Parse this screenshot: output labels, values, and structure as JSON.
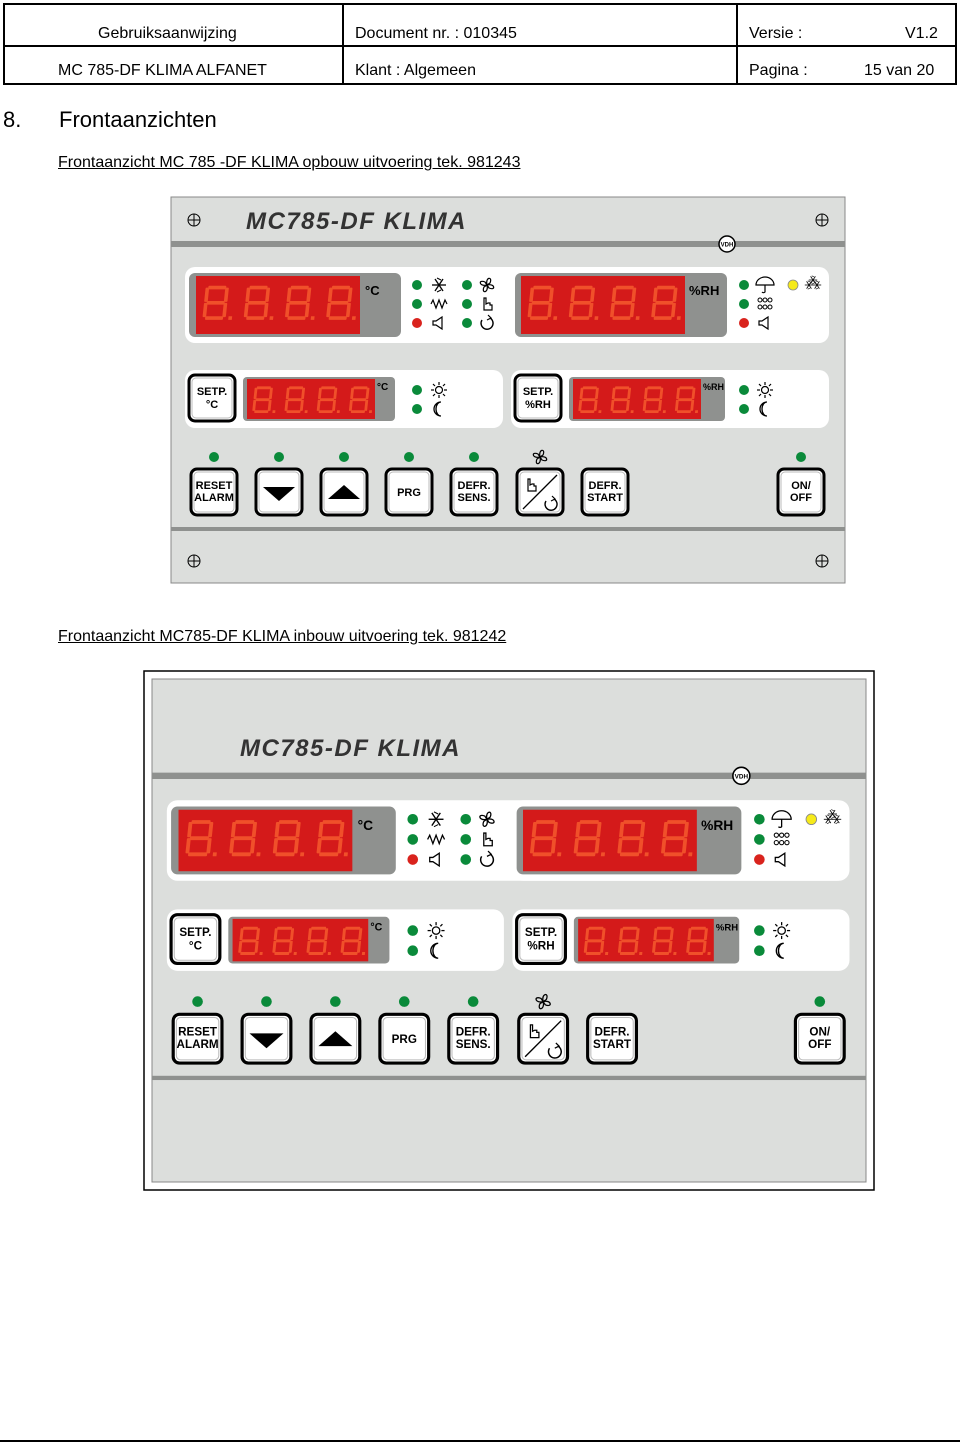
{
  "header": {
    "doc_type": "Gebruiksaanwijzing",
    "doc_nr": "Document nr. : 010345",
    "versie_label": "Versie :",
    "versie_value": "V1.2",
    "product": "MC 785-DF KLIMA ALFANET",
    "klant": "Klant : Algemeen",
    "pagina_label": "Pagina :",
    "pagina_value": "15 van 20"
  },
  "section": {
    "number": "8.",
    "title": "Frontaanzichten"
  },
  "figures": [
    {
      "caption": "Frontaanzicht MC 785 -DF KLIMA opbouw uitvoering tek. 981243",
      "model_name": "MC785-DF KLIMA"
    },
    {
      "caption": "Frontaanzicht MC785-DF KLIMA inbouw uitvoering tek. 981242",
      "model_name": "MC785-DF KLIMA"
    }
  ],
  "panel": {
    "logo_text": "VDH",
    "digits": "8.8.8.8.",
    "unit_temp": "°C",
    "unit_rh": "%RH",
    "setp_temp": [
      "SETP.",
      "°C"
    ],
    "setp_rh": [
      "SETP.",
      "%RH"
    ],
    "buttons": {
      "reset": [
        "RESET",
        "ALARM"
      ],
      "prg": [
        "PRG"
      ],
      "defr_sens": [
        "DEFR.",
        "SENS."
      ],
      "defr_start": [
        "DEFR.",
        "START"
      ],
      "on_off": [
        "ON/",
        "OFF"
      ]
    },
    "icons": [
      "snowflake-icon",
      "fan-icon",
      "heater-icon",
      "hand-icon",
      "horn-icon",
      "auto-icon",
      "umbrella-icon",
      "drops-icon",
      "sun-icon",
      "moon-icon",
      "frost-icon",
      "up-arrow-icon",
      "down-arrow-icon"
    ],
    "colors": {
      "led_green": "#0a8a3a",
      "led_red": "#d9231d",
      "led_yellow": "#f6ea1a",
      "display_bg": "#d41a1a",
      "segment": "#f0502a",
      "panel_gray": "#dcdedc"
    }
  }
}
